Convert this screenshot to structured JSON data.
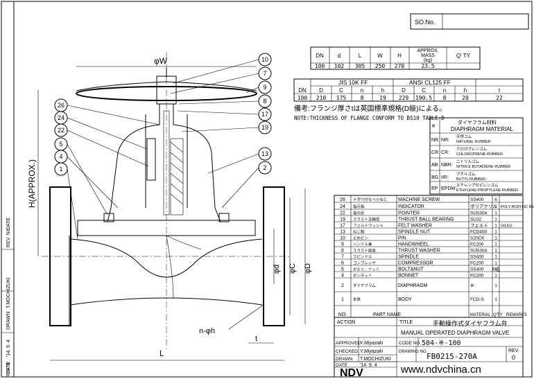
{
  "so_label": "SO.No.",
  "spec": {
    "headers": [
      "DN",
      "d",
      "L",
      "W",
      "H",
      "APPROX. MASS (kg)",
      "Q' TY"
    ],
    "row": [
      "100",
      "102",
      "305",
      "250",
      "270",
      "23.5",
      ""
    ]
  },
  "flange": {
    "jis_title": "JIS 10K FF",
    "ansi_title": "ANSI CL125 FF",
    "headers": [
      "DN",
      "D",
      "C",
      "n",
      "h",
      "D",
      "C",
      "n",
      "h",
      "t"
    ],
    "row": [
      "100",
      "210",
      "175",
      "8",
      "19",
      "229",
      "190.5",
      "8",
      "20",
      "22"
    ]
  },
  "notes": {
    "jp": "備考:フランジ厚さtは英国標準規格(D級)による。",
    "en": "NOTE:THICKNESS OF FLANGE CONFORM TO BS10 TABLE D"
  },
  "diaphragm": {
    "header_jp": "ダイヤフラム材料",
    "header_en": "DIAPHRAGM MATERIAL",
    "mark": "※",
    "rows": [
      {
        "code": "NR",
        "abbr": "NR:",
        "jp": "天然ゴム",
        "en": "NATURAL RUBBER"
      },
      {
        "code": "CR",
        "abbr": "CR:",
        "jp": "クロロプレンゴム",
        "en": "CHLOROPRENE RUBBER"
      },
      {
        "code": "AB",
        "abbr": "NBR:",
        "jp": "ニトリルゴム",
        "en": "NITRILE BUTADIENE RUBBER"
      },
      {
        "code": "BG",
        "abbr": "IIR:",
        "jp": "ブチルゴム",
        "en": "BUTYL RUBBER"
      },
      {
        "code": "EP",
        "abbr": "EPDM:",
        "jp": "エチレンプロピレンゴム",
        "en": "ETHYLENE-PROPYLENE RUBBER"
      }
    ]
  },
  "parts": [
    {
      "no": "26",
      "jp": "十字穴付なべ小ねじ",
      "name": "MACHINE SCREW",
      "mat": "SS400",
      "qty": "6",
      "rem": ""
    },
    {
      "no": "24",
      "jp": "指示板",
      "name": "INDICATOR",
      "mat": "ポリアクリル",
      "qty": "1",
      "rem": "POLY ACRYLIC RESIN"
    },
    {
      "no": "22",
      "jp": "指示針",
      "name": "POINTER",
      "mat": "SUS304",
      "qty": "1",
      "rem": ""
    },
    {
      "no": "19",
      "jp": "スラスト玉軸受",
      "name": "THRUST BALL BEARING",
      "mat": "SUJ2",
      "qty": "1",
      "rem": ""
    },
    {
      "no": "17",
      "jp": "フェルトワッシャ",
      "name": "FELT WASHER",
      "mat": "フェルト",
      "qty": "1",
      "rem": "OILED"
    },
    {
      "no": "13",
      "jp": "ねじ駒",
      "name": "SPINDLE NUT",
      "mat": "FCD450",
      "qty": "1",
      "rem": ""
    },
    {
      "no": "10",
      "jp": "止めピン",
      "name": "PIN",
      "mat": "S20CK",
      "qty": "1",
      "rem": ""
    },
    {
      "no": "9",
      "jp": "ハンドル車",
      "name": "HANDWHEEL",
      "mat": "FC200",
      "qty": "1",
      "rem": ""
    },
    {
      "no": "8",
      "jp": "スラスト座金",
      "name": "THRUST WASHER",
      "mat": "SUS304",
      "qty": "1",
      "rem": ""
    },
    {
      "no": "7",
      "jp": "スピンドル",
      "name": "SPINDLE",
      "mat": "SS400",
      "qty": "1",
      "rem": ""
    },
    {
      "no": "6",
      "jp": "コンプレッサ",
      "name": "COMPRESSOR",
      "mat": "FC200",
      "qty": "1",
      "rem": ""
    },
    {
      "no": "5",
      "jp": "ボルト、ナット",
      "name": "BOLT&NUT",
      "mat": "SS400",
      "qty": "6組",
      "rem": ""
    },
    {
      "no": "4",
      "jp": "ボンネット",
      "name": "BONNET",
      "mat": "FC200",
      "qty": "1",
      "rem": ""
    },
    {
      "no": "2",
      "jp": "ダイヤフラム",
      "name": "DIAPHRAGM",
      "mat": "※",
      "qty": "1",
      "rem": ""
    },
    {
      "no": "1",
      "jp": "本体",
      "name": "BODY",
      "mat": "FCD-S",
      "qty": "1",
      "rem": ""
    }
  ],
  "parts_header": {
    "no": "NO.",
    "name": "PART NAME",
    "mat": "MATERIAL",
    "qty": "Q'TY",
    "rem": "REMARKS"
  },
  "title_block": {
    "action": "ACTION",
    "title_label": "TITLE",
    "title_jp": "手動操作式ダイヤフラム弁",
    "title_en": "MANUAL OPERATED DIAPHRAGM VALVE",
    "approved": "APPROVED",
    "approved_sig": "Y.Miyazaki",
    "checked": "CHECKED",
    "checked_sig": "Y.Miyazaki",
    "drawn": "DRAWN",
    "drawn_name": "T.MOCHIZUKI",
    "date": "DATE",
    "date_val": "'14. 9. 4",
    "code_label": "CODE NO.",
    "code": "504-※-100",
    "drawing_label": "DRAWING NO.",
    "drawing": "FB0215-270A",
    "rev_label": "REV.",
    "rev": "0",
    "logo": "NDV",
    "url": "www.ndvchina.cn"
  },
  "rev_strip": {
    "rev_top": "REV. No",
    "date_top": "DATE",
    "drawn": "DRAWN",
    "drawn_name": "T.MOCHIZUKI",
    "rev0": "REV. 0",
    "date_val": "'14. 9. 4",
    "date_bottom": "DATE"
  },
  "dims": {
    "W": "φW",
    "H": "H(APPROX.)",
    "d": "φd",
    "C": "φC",
    "D": "φD",
    "nh": "n-φh",
    "t": "t",
    "L": "L"
  },
  "balloons": [
    "10",
    "7",
    "9",
    "8",
    "17",
    "19",
    "13",
    "2",
    "26",
    "24",
    "22",
    "5",
    "4",
    "1"
  ]
}
